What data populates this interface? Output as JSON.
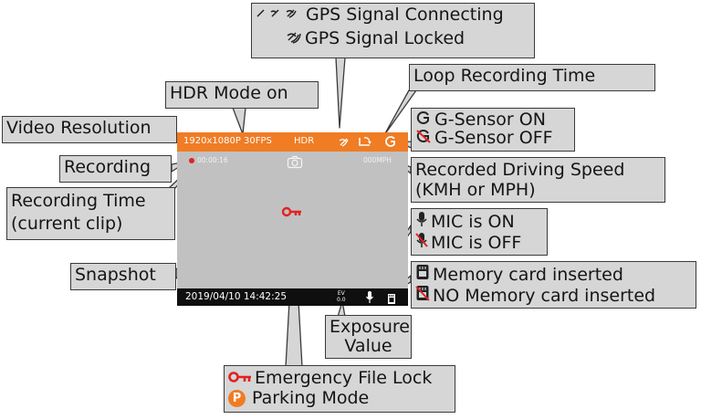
{
  "screen": {
    "resolution_label": "1920x1080P 30FPS",
    "hdr_label": "HDR",
    "recording_time": "00:00:16",
    "speed": "000MPH",
    "datetime": "2019/04/10  14:42:25",
    "ev_label_top": "EV",
    "ev_label_bottom": "0.0"
  },
  "callouts": {
    "gps_connecting": "GPS Signal Connecting",
    "gps_locked": "GPS Signal Locked",
    "loop_recording": "Loop Recording Time",
    "hdr_mode": "HDR Mode on",
    "video_resolution": "Video Resolution",
    "gsensor_on": "G-Sensor ON",
    "gsensor_off": "G-Sensor OFF",
    "recording": "Recording",
    "driving_speed_line1": "Recorded Driving Speed",
    "driving_speed_line2": "(KMH or MPH)",
    "recording_time_line1": "Recording Time",
    "recording_time_line2": "(current clip)",
    "mic_on": "MIC is ON",
    "mic_off": "MIC is OFF",
    "snapshot": "Snapshot",
    "memory_inserted": "Memory card inserted",
    "memory_not_inserted": "NO Memory card inserted",
    "exposure_line1": "Exposure",
    "exposure_line2": "Value",
    "emergency_lock": "Emergency File Lock",
    "parking_mode": "Parking Mode",
    "parking_badge": "P"
  },
  "colors": {
    "accent_orange": "#f07c24",
    "lock_red": "#e02222",
    "screen_gray": "#c1c1c1",
    "callout_gray": "#d6d6d6"
  },
  "icons": [
    "gps-connecting-icon",
    "gps-locked-icon",
    "loop-recording-icon",
    "g-sensor-icon",
    "snapshot-icon",
    "key-lock-icon",
    "microphone-icon",
    "memory-card-icon",
    "parking-icon"
  ]
}
